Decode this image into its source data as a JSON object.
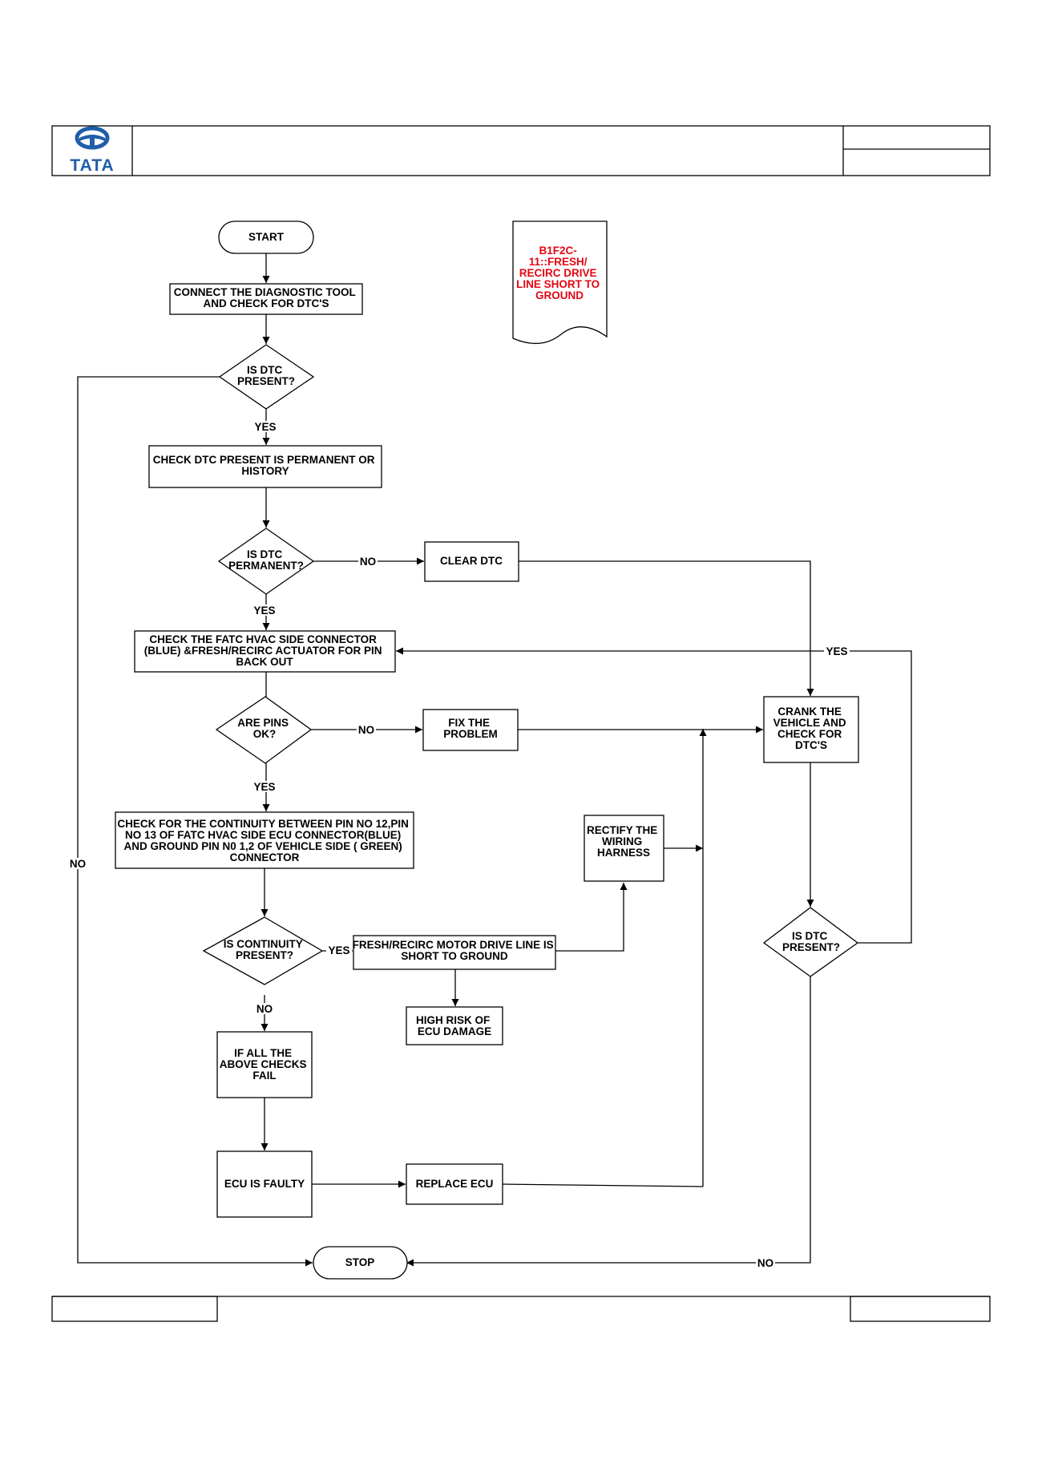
{
  "header": {
    "brand": "TATA",
    "title": "",
    "ref_top": "",
    "ref_bottom": ""
  },
  "footer": {
    "left": "",
    "right": ""
  },
  "dtc_label": [
    "B1F2C-",
    "11::FRESH/",
    "RECIRC DRIVE",
    "LINE SHORT TO",
    "GROUND"
  ],
  "colors": {
    "dtc_text": "#e30613",
    "logo": "#1f5ea8",
    "stroke": "#000000"
  },
  "nodes": {
    "start": [
      "START"
    ],
    "connect": [
      "CONNECT THE DIAGNOSTIC TOOL",
      "AND CHECK FOR  DTC'S"
    ],
    "dtc_present_1": [
      "IS  DTC",
      "PRESENT?"
    ],
    "check_permanent": [
      "CHECK DTC  PRESENT IS PERMANENT OR",
      "HISTORY"
    ],
    "dtc_permanent": [
      "IS  DTC",
      "PERMANENT?"
    ],
    "clear_dtc": [
      "CLEAR DTC"
    ],
    "check_connector": [
      "CHECK THE FATC HVAC SIDE CONNECTOR",
      "(BLUE) &FRESH/RECIRC ACTUATOR FOR PIN",
      "BACK OUT"
    ],
    "pins_ok": [
      "ARE PINS",
      "OK?"
    ],
    "fix_problem": [
      "FIX THE",
      "PROBLEM"
    ],
    "crank": [
      "CRANK THE",
      "VEHICLE AND",
      "CHECK FOR",
      "DTC'S"
    ],
    "check_continuity": [
      "CHECK FOR THE CONTINUITY BETWEEN PIN NO 12,PIN",
      "NO 13 OF FATC HVAC SIDE ECU CONNECTOR(BLUE)",
      "AND  GROUND  PIN N0 1,2 OF VEHICLE SIDE ( GREEN)",
      "CONNECTOR"
    ],
    "rectify": [
      "RECTIFY THE",
      "WIRING",
      "HARNESS"
    ],
    "continuity_present": [
      "IS CONTINUITY",
      "PRESENT?"
    ],
    "short_ground": [
      "FRESH/RECIRC MOTOR DRIVE LINE IS",
      "SHORT TO GROUND"
    ],
    "dtc_present_2": [
      "IS  DTC",
      "PRESENT?"
    ],
    "high_risk": [
      "HIGH RISK OF",
      "ECU DAMAGE"
    ],
    "all_fail": [
      "IF ALL THE",
      "ABOVE CHECKS",
      "FAIL"
    ],
    "ecu_faulty": [
      "ECU IS FAULTY"
    ],
    "replace_ecu": [
      "REPLACE ECU"
    ],
    "stop": [
      "STOP"
    ]
  },
  "edge_labels": {
    "yes_1": "YES",
    "no_permanent": "NO",
    "yes_permanent": "YES",
    "yes_loop": "YES",
    "no_pins": "NO",
    "yes_pins": "YES",
    "no_left": "NO",
    "yes_continuity": "YES",
    "no_continuity": "NO",
    "no_stop": "NO"
  }
}
